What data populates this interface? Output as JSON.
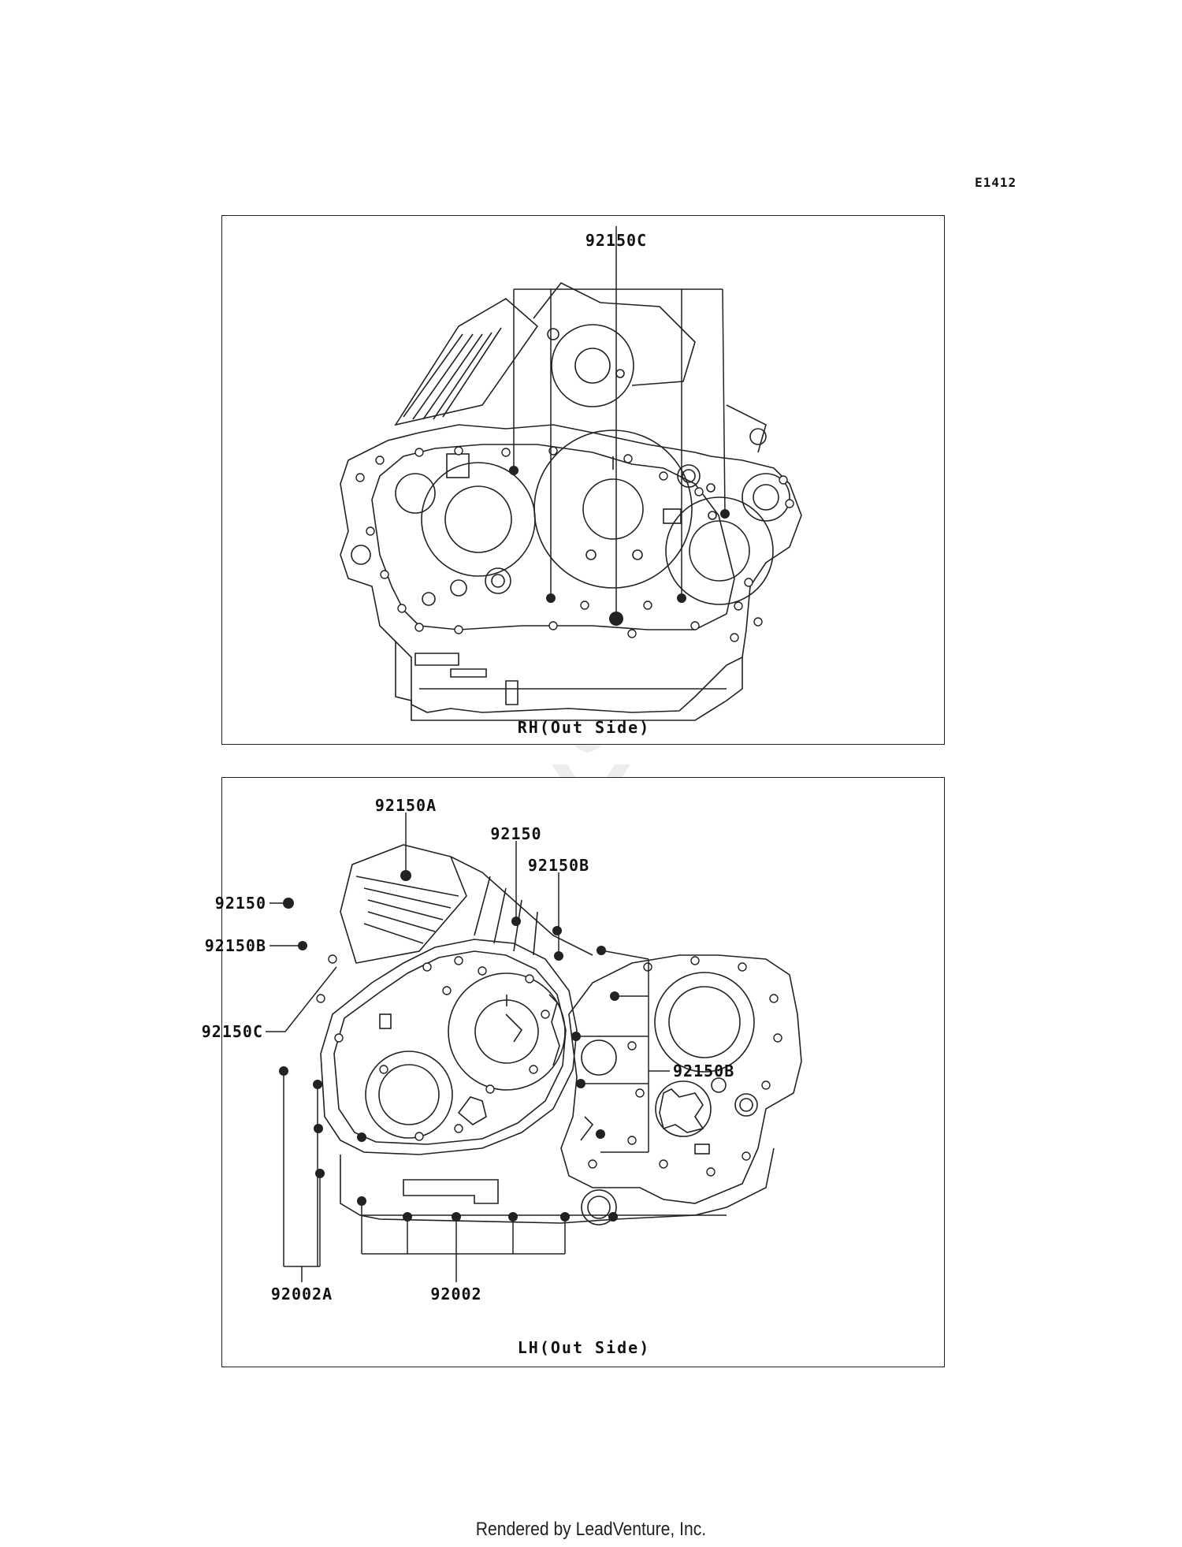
{
  "diagram_code": "E1412",
  "watermark": "LEADVENTURE",
  "footer": "Rendered by LeadVenture, Inc.",
  "rh_panel": {
    "caption": "RH(Out Side)",
    "callouts": {
      "c1": "92150C"
    }
  },
  "lh_panel": {
    "caption": "LH(Out Side)",
    "callouts": {
      "a": "92150A",
      "p1": "92150",
      "p2": "92150",
      "b1": "92150B",
      "b2": "92150B",
      "b3": "92150B",
      "c": "92150C",
      "d1": "92002A",
      "d2": "92002"
    }
  }
}
